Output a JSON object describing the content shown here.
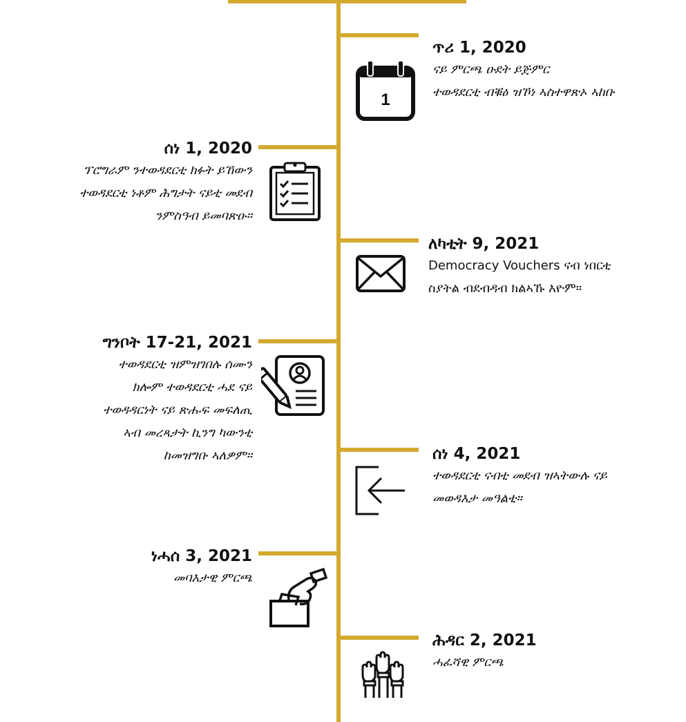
{
  "accent_color": "#d4a930",
  "events": [
    {
      "date": "ጥሪ 1, 2020",
      "lines": [
        "ናይ ምርጫ ዑደት ይጅምር",
        "ተወዳደርቲ ብቑዕ ዝኾነ ኣስተዋጽኦ ኣከቡ"
      ],
      "icon": "calendar-icon",
      "calendar_day": "1"
    },
    {
      "date": "ሰነ 1, 2020",
      "lines": [
        "ፕሮግራም ንተወዳደርቲ ክፉት ይኸውን",
        "ተወዳደርቲ ነቶም ሕግታት ናይቲ መደብ",
        "ንምስዓብ ይመባጽዑ።"
      ],
      "icon": "clipboard-checklist-icon"
    },
    {
      "date": "ለካቲት 9, 2021",
      "lines": [
        "Democracy Vouchers ናብ ነበርቲ",
        "ስያትል ብደብዳብ ክልኣኹ እዮም።"
      ],
      "icon": "envelope-icon"
    },
    {
      "date": "ግንቦት 17-21, 2021",
      "lines": [
        "ተወዳደርቲ ዝምዝገበሉ ሰሙን",
        "ክሎም ተወዳደርቲ ሓደ ናይ",
        "ተወዳዳርነት ናይ ጽሑፍ መፍለጢ",
        "ኣብ መረጻታት ኪንግ ካውንቲ",
        "ከመዝግቡ ኣለዎም።"
      ],
      "icon": "registration-form-icon"
    },
    {
      "date": "ሰነ 4, 2021",
      "lines": [
        "ተወዳደርቲ ናብቲ መደብ ዝኣትውሉ ናይ",
        "መወዳእታ መዓልቲ።"
      ],
      "icon": "arrow-left-icon"
    },
    {
      "date": "ነሓሰ 3, 2021",
      "lines": [
        "መባእታዊ ምርጫ"
      ],
      "icon": "ballot-box-icon"
    },
    {
      "date": "ሕዳር 2, 2021",
      "lines": [
        "ሓፈሻዊ ምርጫ"
      ],
      "icon": "raised-hands-icon"
    }
  ]
}
